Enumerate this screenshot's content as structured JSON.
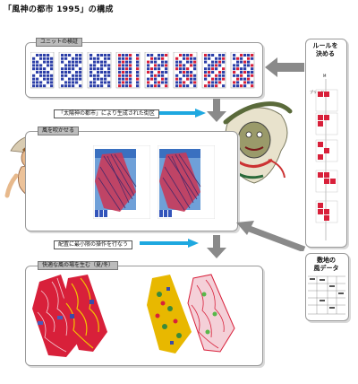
{
  "title": "「風神の都市 1995」の構成",
  "unit_section": {
    "label": "ユニットの検証"
  },
  "rules": {
    "label_line1": "ルールを",
    "label_line2": "決める",
    "marker_top": "M",
    "marker_mid": "ブリッジ"
  },
  "generated_label": "「太陽神の都市」により生成された街区",
  "wind_section": {
    "label": "風を吹かせる"
  },
  "placement_label": "配置に最小限の操作を行なう",
  "comfort_section": {
    "label": "快適な風の場を生む（夏/冬）"
  },
  "site_wind": {
    "label_line1": "敷地の",
    "label_line2": "風データ"
  },
  "colors": {
    "arrow": "#8a8a8a",
    "cyan": "#1ea8e0",
    "red": "#d8203a",
    "blue": "#2c3fa8",
    "map_blue": "#6fa0d8"
  },
  "icons": [
    "unit-grid-icon",
    "wind-god-illustration",
    "cherub-illustration",
    "site-map-icon"
  ]
}
